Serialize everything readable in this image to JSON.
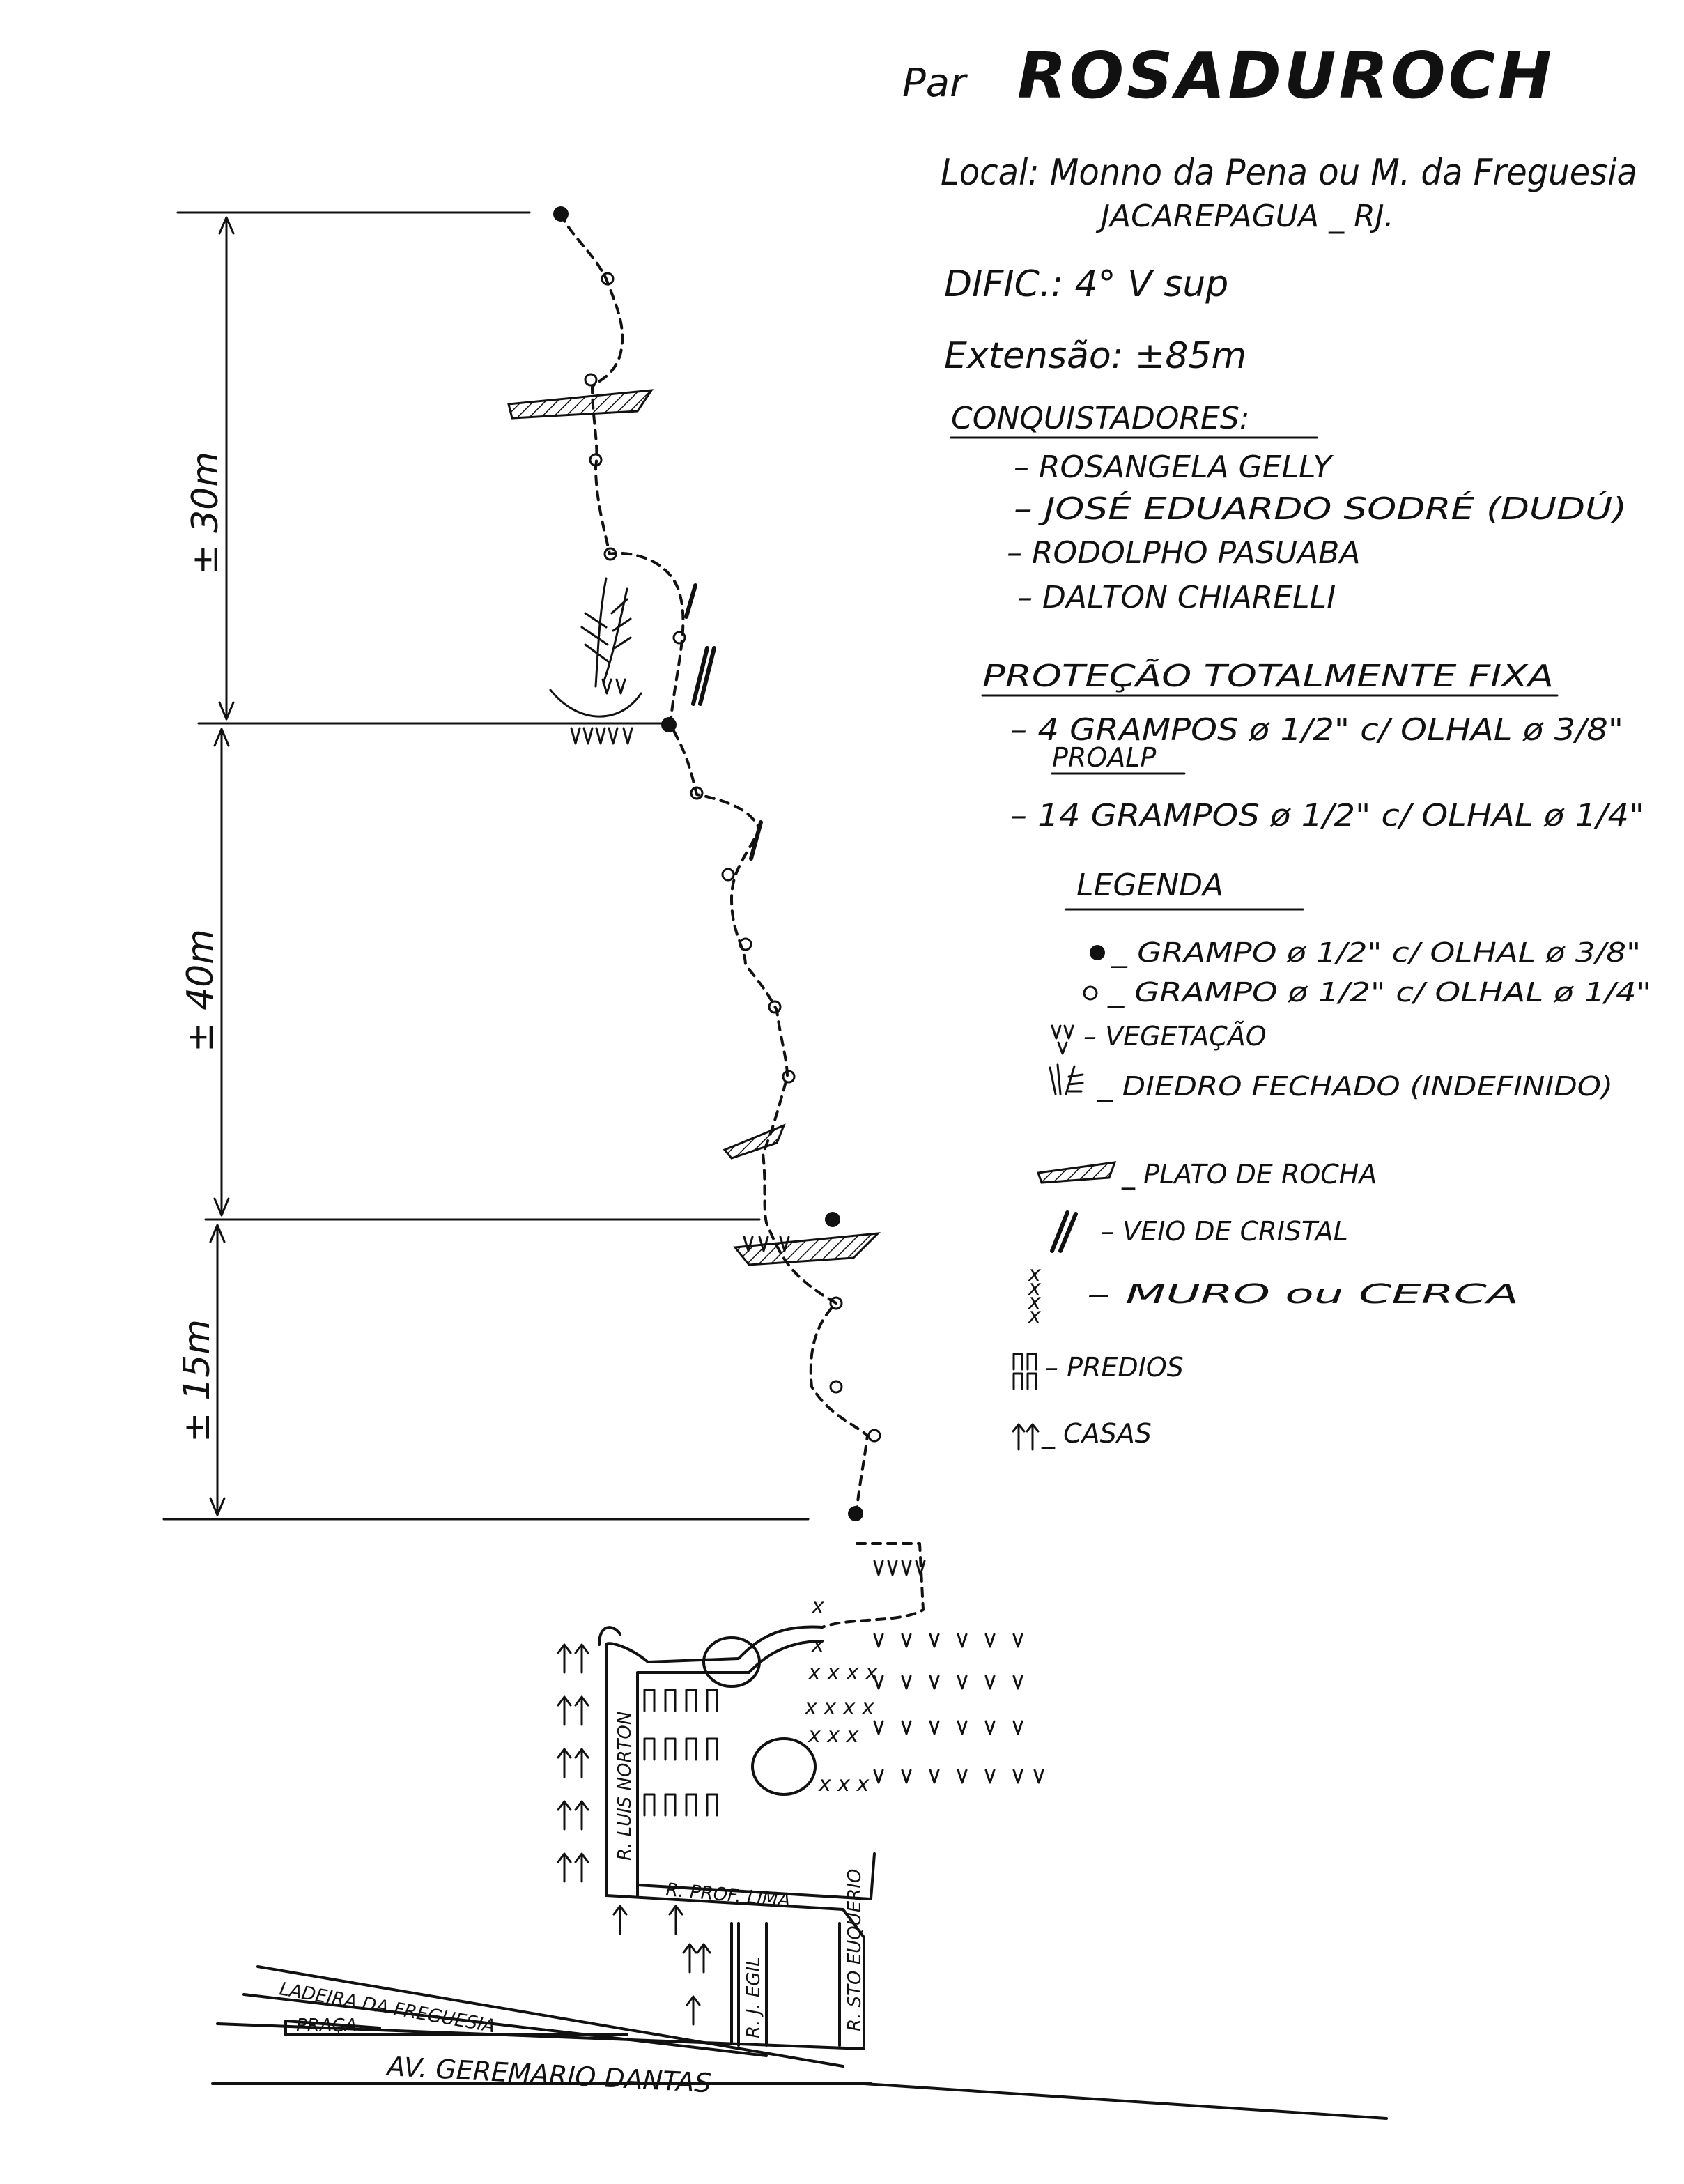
{
  "header": {
    "prefix": "Par",
    "title": "ROSADUROCH"
  },
  "info": {
    "local_line1": "Local: Monno da Pena ou M. da Freguesia",
    "local_line2": "JACAREPAGUA _ RJ.",
    "dific": "DIFIC.: 4° V sup",
    "extensao": "Extensão: ±85m"
  },
  "conquistadores": {
    "heading": "CONQUISTADORES:",
    "names": [
      "– ROSANGELA GELLY",
      "– JOSÉ EDUARDO SODRÉ (DUDÚ)",
      "– RODOLPHO PASUABA",
      "– DALTON CHIARELLI"
    ]
  },
  "protecao": {
    "heading": "PROTEÇÃO TOTALMENTE FIXA",
    "line1a": "– 4 GRAMPOS ø 1/2\" c/ OLHAL ø 3/8\"",
    "line1b": "PROALP",
    "line2": "– 14 GRAMPOS ø 1/2\" c/ OLHAL ø 1/4\""
  },
  "legenda": {
    "heading": "LEGENDA",
    "items": [
      {
        "icon": "solid-bolt-icon",
        "label": "_ GRAMPO ø 1/2\" c/ OLHAL ø 3/8\""
      },
      {
        "icon": "open-bolt-icon",
        "label": "_ GRAMPO ø 1/2\" c/ OLHAL ø 1/4\""
      },
      {
        "icon": "vegetation-icon",
        "label": "– VEGETAÇÃO"
      },
      {
        "icon": "dihedral-icon",
        "label": "_ DIEDRO FECHADO (INDEFINIDO)"
      },
      {
        "icon": "rock-ledge-icon",
        "label": "_ PLATO DE ROCHA"
      },
      {
        "icon": "crystal-vein-icon",
        "label": "– VEIO DE CRISTAL"
      },
      {
        "icon": "wall-fence-icon",
        "label": "– MURO ou CERCA"
      },
      {
        "icon": "buildings-icon",
        "label": "– PREDIOS"
      },
      {
        "icon": "houses-icon",
        "label": "_ CASAS"
      }
    ]
  },
  "pitches": [
    {
      "label": "± 30m"
    },
    {
      "label": "± 40m"
    },
    {
      "label": "± 15m"
    }
  ],
  "streets": {
    "luis_norton": "R. LUIS NORTON",
    "prof_lima": "R. PROF. LIMA",
    "egil": "R. J. EGIL",
    "sto_euquerio": "R. STO EUQUERIO",
    "ladeira": "LADEIRA DA FREGUESIA",
    "praca": "PRAÇA",
    "avenida": "AV. GEREMARIO DANTAS"
  },
  "colors": {
    "ink": "#111111",
    "paper": "#ffffff"
  }
}
